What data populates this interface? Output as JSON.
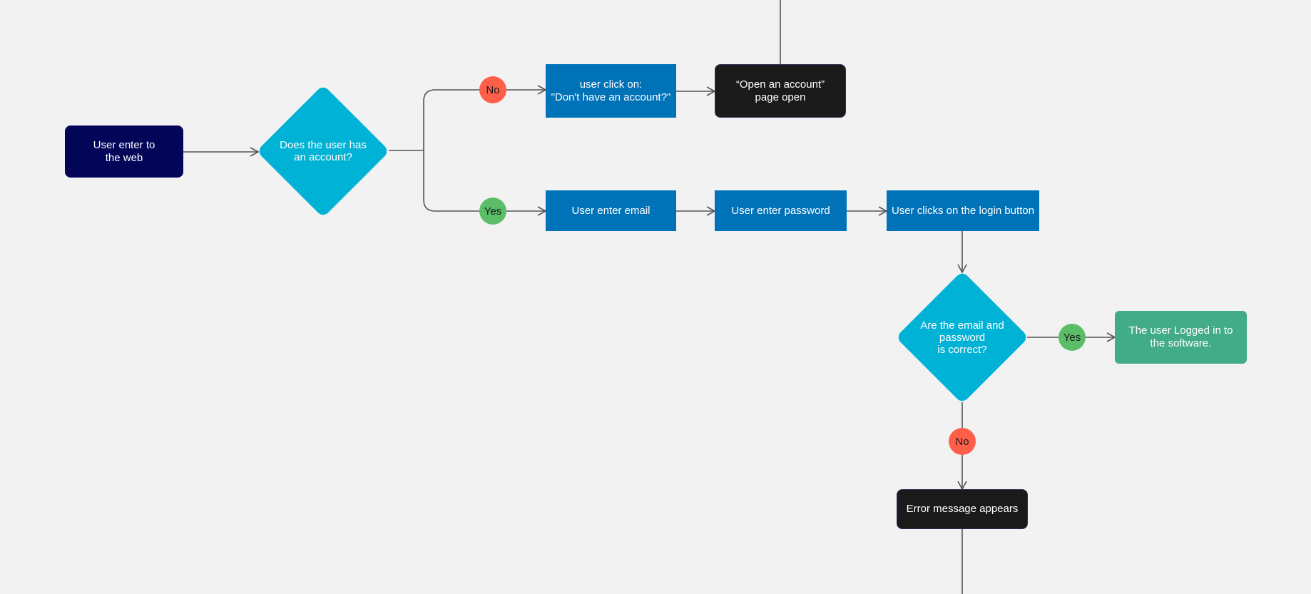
{
  "colors": {
    "background": "#f2f2f2",
    "start": "#030559",
    "decision": "#00b2d6",
    "process": "#0072b8",
    "dark": "#1a1a1a",
    "success": "#42ab87",
    "yes_badge": "#5cbd68",
    "no_badge": "#ff5f49",
    "edge": "#555555"
  },
  "nodes": {
    "start": "User enter to\nthe web",
    "has_account": "Does the user has\nan account?",
    "click_no_account": "user click on:\n\"Don't have an account?\"",
    "open_account_page": "“Open an account”\npage open",
    "enter_email": "User enter email",
    "enter_password": "User enter password",
    "click_login": "User clicks on the login button",
    "credentials_correct": "Are the email and\npassword\nis correct?",
    "logged_in": "The user Logged in to\nthe software.",
    "error_message": "Error message appears"
  },
  "badges": {
    "no_1": "No",
    "yes_1": "Yes",
    "yes_2": "Yes",
    "no_2": "No"
  }
}
